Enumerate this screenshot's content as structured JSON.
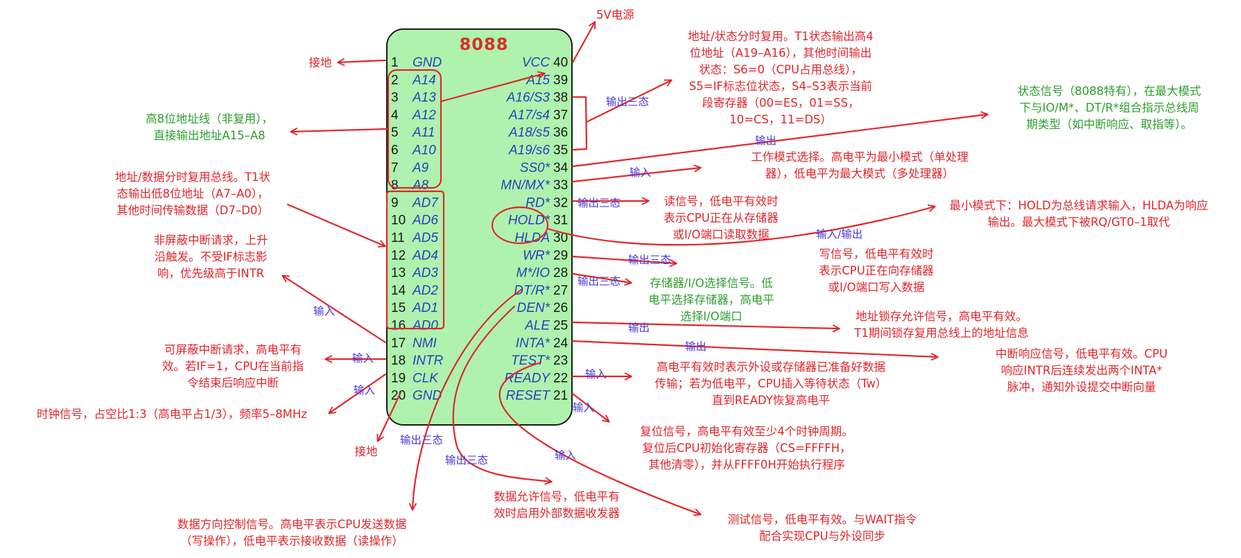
{
  "chip": {
    "title": "8088",
    "body_color": "#aef2ae",
    "pins_left": [
      {
        "n": "1",
        "name": "GND"
      },
      {
        "n": "2",
        "name": "A14"
      },
      {
        "n": "3",
        "name": "A13"
      },
      {
        "n": "4",
        "name": "A12"
      },
      {
        "n": "5",
        "name": "A11"
      },
      {
        "n": "6",
        "name": "A10"
      },
      {
        "n": "7",
        "name": "A9"
      },
      {
        "n": "8",
        "name": "A8"
      },
      {
        "n": "9",
        "name": "AD7"
      },
      {
        "n": "10",
        "name": "AD6"
      },
      {
        "n": "11",
        "name": "AD5"
      },
      {
        "n": "12",
        "name": "AD4"
      },
      {
        "n": "13",
        "name": "AD3"
      },
      {
        "n": "14",
        "name": "AD2"
      },
      {
        "n": "15",
        "name": "AD1"
      },
      {
        "n": "16",
        "name": "AD0"
      },
      {
        "n": "17",
        "name": "NMI"
      },
      {
        "n": "18",
        "name": "INTR"
      },
      {
        "n": "19",
        "name": "CLK"
      },
      {
        "n": "20",
        "name": "GND"
      }
    ],
    "pins_right": [
      {
        "n": "40",
        "name": "VCC"
      },
      {
        "n": "39",
        "name": "A15"
      },
      {
        "n": "38",
        "name": "A16/S3"
      },
      {
        "n": "37",
        "name": "A17/s4"
      },
      {
        "n": "36",
        "name": "A18/s5"
      },
      {
        "n": "35",
        "name": "A19/s6"
      },
      {
        "n": "34",
        "name": "SS0*"
      },
      {
        "n": "33",
        "name": "MN/MX*"
      },
      {
        "n": "32",
        "name": "RD*"
      },
      {
        "n": "31",
        "name": "HOLD*"
      },
      {
        "n": "30",
        "name": "HLDA"
      },
      {
        "n": "29",
        "name": "WR*"
      },
      {
        "n": "28",
        "name": "M*/IO"
      },
      {
        "n": "27",
        "name": "DT/R*"
      },
      {
        "n": "26",
        "name": "DEN*"
      },
      {
        "n": "25",
        "name": "ALE"
      },
      {
        "n": "24",
        "name": "INTA*"
      },
      {
        "n": "23",
        "name": "TEST*"
      },
      {
        "n": "22",
        "name": "READY"
      },
      {
        "n": "21",
        "name": "RESET"
      }
    ]
  },
  "colors": {
    "red": "#e0262b",
    "green": "#2e9e2e",
    "blue": "#4b3ad6",
    "pin_name": "#2b3fb8"
  },
  "notes": {
    "vcc": [
      "5V电源"
    ],
    "gnd1": [
      "接地"
    ],
    "gnd20": [
      "接地"
    ],
    "a8_a15": [
      "高8位地址线（非复用），",
      "直接输出地址A15–A8"
    ],
    "ad": [
      "地址/数据分时复用总线。T1状",
      "态输出低8位地址（A7–A0），",
      "其他时间传输数据（D7–D0）"
    ],
    "nmi": [
      "非屏蔽中断请求，上升",
      "沿触发。不受IF标志影",
      "响，优先级高于INTR"
    ],
    "intr": [
      "可屏蔽中断请求，高电平有",
      "效。若IF=1，CPU在当前指",
      "令结束后响应中断"
    ],
    "clk": [
      "时钟信号，占空比1:3（高电平占1/3），频率5–8MHz"
    ],
    "a16_a19": [
      "地址/状态分时复用。T1状态输出高4",
      "位地址（A19–A16），其他时间输出",
      "状态：S6=0（CPU占用总线），",
      "S5=IF标志位状态，S4–S3表示当前",
      "段寄存器（00=ES，01=SS，",
      "10=CS，11=DS）"
    ],
    "ss0": [
      "状态信号（8088特有），在最大模式",
      "下与IO/M*、DT/R*组合指示总线周",
      "期类型（如中断响应、取指等）。"
    ],
    "mnmx": [
      "工作模式选择。高电平为最小模式（单处理",
      "器），低电平为最大模式（多处理器）"
    ],
    "rd": [
      "读信号，低电平有效时",
      "表示CPU正在从存储器",
      "或I/O端口读取数据"
    ],
    "hold": [
      "最小模式下：HOLD为总线请求输入，HLDA为响应",
      "输出。最大模式下被RQ/GT0–1取代"
    ],
    "wr": [
      "写信号，低电平有效时",
      "表示CPU正在向存储器",
      "或I/O端口写入数据"
    ],
    "mio": [
      "存储器/I/O选择信号。低",
      "电平选择存储器，高电平",
      "选择I/O端口"
    ],
    "ale": [
      "地址锁存允许信号，高电平有效。",
      "T1期间锁存复用总线上的地址信息"
    ],
    "inta": [
      "中断响应信号，低电平有效。CPU",
      "响应INTR后连续发出两个INTA*",
      "脉冲，通知外设提交中断向量"
    ],
    "ready": [
      "高电平有效时表示外设或存储器已准备好数据",
      "传输；若为低电平，CPU插入等待状态（Tw）",
      "直到READY恢复高电平"
    ],
    "reset": [
      "复位信号，高电平有效至少4个时钟周期。",
      "复位后CPU初始化寄存器（CS=FFFFH，",
      "其他清零），并从FFFF0H开始执行程序"
    ],
    "den": [
      "数据允许信号，低电平有",
      "效时启用外部数据收发器"
    ],
    "dtr": [
      "数据方向控制信号。高电平表示CPU发送数据",
      "（写操作），低电平表示接收数据（读操作）"
    ],
    "test": [
      "测试信号，低电平有效。与WAIT指令",
      "配合实现CPU与外设同步"
    ]
  },
  "dir_labels": {
    "a16_a19": "输出三态",
    "ss0": "输出",
    "mnmx": "输入",
    "rd": "输出三态",
    "hold": "输入/输出",
    "wr": "输出三态",
    "mio": "输出三态",
    "ale": "输出",
    "inta": "输出",
    "ready": "输入",
    "reset": "输入",
    "test": "输入",
    "nmi": "输入",
    "intr": "输入",
    "clk": "输入",
    "dtr": "输出三态",
    "den": "输出三态"
  }
}
